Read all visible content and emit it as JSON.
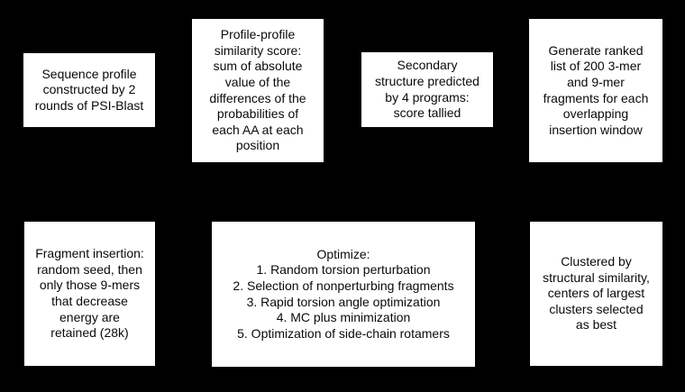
{
  "diagram": {
    "colors": {
      "background": "#000000",
      "box_fill": "#ffffff",
      "box_text": "#000000"
    },
    "boxes": [
      {
        "name": "sequence-profile",
        "text": "Sequence profile\nconstructed by 2\nrounds of PSI-Blast"
      },
      {
        "name": "profile-profile-similarity-score",
        "text": "Profile-profile\nsimilarity score:\nsum of absolute\nvalue of the\ndifferences of the\nprobabilities of\neach AA at each\nposition"
      },
      {
        "name": "secondary-structure-prediction",
        "text": "Secondary\nstructure predicted\nby 4 programs:\nscore tallied"
      },
      {
        "name": "ranked-fragment-list",
        "text": "Generate ranked\nlist of 200 3-mer\nand 9-mer\nfragments for each\noverlapping\ninsertion window"
      },
      {
        "name": "fragment-insertion",
        "text": "Fragment insertion:\nrandom seed, then\nonly those 9-mers\nthat decrease\nenergy are\nretained (28k)"
      },
      {
        "name": "optimize-steps",
        "text": "Optimize:\n1. Random torsion perturbation\n2. Selection of nonperturbing fragments\n3. Rapid torsion angle optimization\n4. MC plus minimization\n5. Optimization of side-chain rotamers"
      },
      {
        "name": "clustering",
        "text": "Clustered by\nstructural similarity,\ncenters of largest\nclusters selected\nas best"
      }
    ]
  }
}
